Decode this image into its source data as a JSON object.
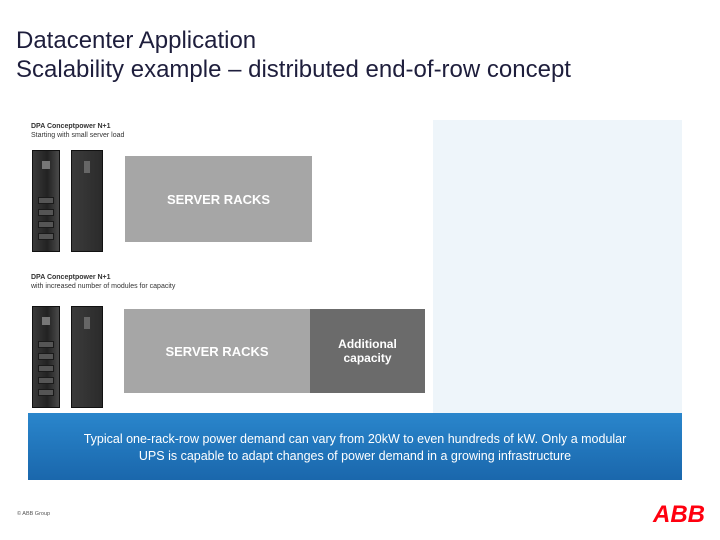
{
  "title": {
    "line1": "Datacenter Application",
    "line2": "Scalability example – distributed end-of-row concept"
  },
  "diagram": {
    "section1": {
      "heading": "DPA Conceptpower N+1",
      "subheading": "Starting with small server load",
      "rack_label": "SERVER RACKS"
    },
    "section2": {
      "heading": "DPA Conceptpower N+1",
      "subheading": "with increased number of modules for capacity",
      "rack_label": "SERVER RACKS",
      "additional_line1": "Additional",
      "additional_line2": "capacity"
    }
  },
  "caption": {
    "line1": "Typical one-rack-row power demand can vary from 20kW to even hundreds of kW. Only a modular",
    "line2": "UPS is capable to adapt changes of power demand in a growing infrastructure"
  },
  "footer": {
    "copyright": "© ABB Group",
    "logo": "ABB",
    "logo_color": "#ff000f"
  }
}
